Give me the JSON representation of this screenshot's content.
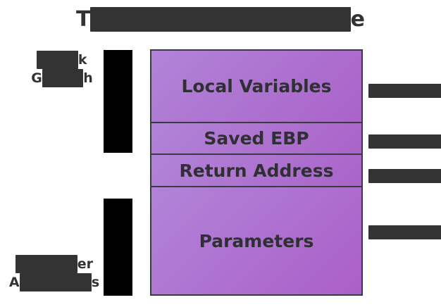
{
  "diagram": {
    "title": {
      "visible_prefix": "T",
      "visible_suffix": "e",
      "redacted_middle": "████████████████"
    },
    "stack_cells": [
      {
        "label": "Local Variables",
        "fill": "#b184d8",
        "border": "#3a3a42"
      },
      {
        "label": "Saved EBP",
        "fill": "#b184d8",
        "border": "#3a3a42"
      },
      {
        "label": "Return Address",
        "fill": "#b184d8",
        "border": "#3a3a42"
      },
      {
        "label": "Parameters",
        "fill": "#b184d8",
        "border": "#3a3a42"
      }
    ],
    "left_labels": [
      {
        "name": "stack-growth",
        "line1_redacted": "████",
        "line1_visible": "k",
        "line2_visible_start": "G",
        "line2_redacted": "████",
        "line2_visible_end": "h"
      },
      {
        "name": "higher-addresses",
        "line1_redacted": "██████",
        "line1_visible": "er",
        "line2_visible_start": "A",
        "line2_redacted": "███████",
        "line2_visible_end": "s"
      }
    ],
    "right_labels": [
      {
        "name": "annotation-local-variables",
        "redacted": "██████████"
      },
      {
        "name": "annotation-saved-ebp",
        "redacted": "██████████"
      },
      {
        "name": "annotation-return-address",
        "redacted": "██████████"
      },
      {
        "name": "annotation-parameters",
        "redacted": "█████████"
      }
    ],
    "colors": {
      "background": "#ffffff",
      "cell_fill_start": "#b184d8",
      "cell_fill_end": "#aa63c9",
      "cell_border": "#3a3a42",
      "text": "#2f2f34",
      "redaction": "#333333",
      "arrow_black": "#000000"
    }
  }
}
